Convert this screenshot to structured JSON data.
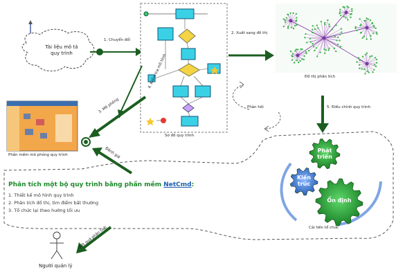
{
  "start_cloud": {
    "label": "Tài liệu mô tả quy trình"
  },
  "arrows": {
    "convert": "1. Chuyển đổi",
    "export_graph": "2. Xuất sang đồ thị",
    "simulate": "3. Mô phỏng",
    "model_check": "4. Kiểm tra mô hình",
    "feedback": "Phản hồi",
    "adjust": "5. Điều chỉnh quy trình",
    "evaluate": "Đánh giá",
    "results": "Kết quả phân tích"
  },
  "workflow": {
    "caption": "Sơ đồ quy trình"
  },
  "graph": {
    "caption": "Đồ thị phân tích"
  },
  "simulator": {
    "caption": "Phần mềm mô phỏng quy trình"
  },
  "gears": {
    "develop": "Phát\ntriển",
    "architecture": "Kiến\ntrúc",
    "stable": "Ổn định",
    "caption": "Cải tiến tổ chức"
  },
  "analysis_box": {
    "title_prefix": "Phân tích một bộ quy trình bằng phần mềm ",
    "title_link": "NetCmd",
    "title_suffix": ":",
    "steps": [
      "1.  Thiết kế mô hình quy trình",
      "2.  Phân tích đồ thị, tìm điểm bất thường",
      "3.  Tổ chức lại theo hướng tối ưu"
    ]
  },
  "actor": {
    "label": "Người quản lý"
  },
  "colors": {
    "arrow_green": "#1b5e20",
    "box_cyan": "#3ad1e6",
    "gear_green": "#1f8f2a",
    "gear_blue": "#3a7bd5",
    "dash": "#555555"
  }
}
